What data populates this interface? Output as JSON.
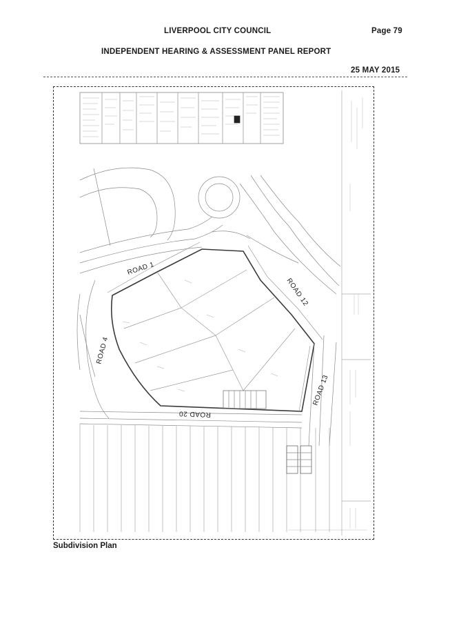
{
  "header": {
    "council": "LIVERPOOL CITY COUNCIL",
    "page": "Page 79",
    "panel_report": "INDEPENDENT HEARING & ASSESSMENT PANEL REPORT",
    "date": "25 MAY 2015"
  },
  "plan": {
    "road_labels": {
      "road_1": "ROAD 1",
      "road_12": "ROAD 12",
      "road_4": "ROAD 4",
      "road_13": "ROAD 13",
      "road_20": "ROAD 20"
    }
  },
  "caption": "Subdivision Plan"
}
